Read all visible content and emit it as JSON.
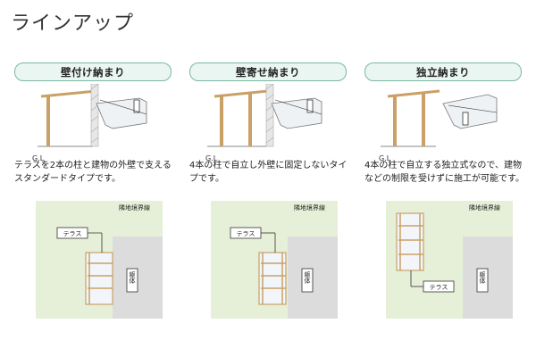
{
  "page_title": "ラインアップ",
  "gl_label": "G.L",
  "boundary_label": "隣地境界線",
  "building_label": "躯体",
  "terrace_label": "テラス",
  "items": [
    {
      "name": "壁付け納まり",
      "description": "テラスを2本の柱と建物の外壁で支えるスタンダードタイプです。"
    },
    {
      "name": "壁寄せ納まり",
      "description": "4本の柱で自立し外壁に固定しないタイプです。"
    },
    {
      "name": "独立納まり",
      "description": "4本の柱で自立する独立式なので、建物などの制限を受けずに施工が可能です。"
    }
  ],
  "colors": {
    "pill_border": "#7cb8a3",
    "pill_fill": "#eaf6f1",
    "post": "#c9a167",
    "lawn": "#e6f0d9",
    "building": "#dcdcdc"
  }
}
